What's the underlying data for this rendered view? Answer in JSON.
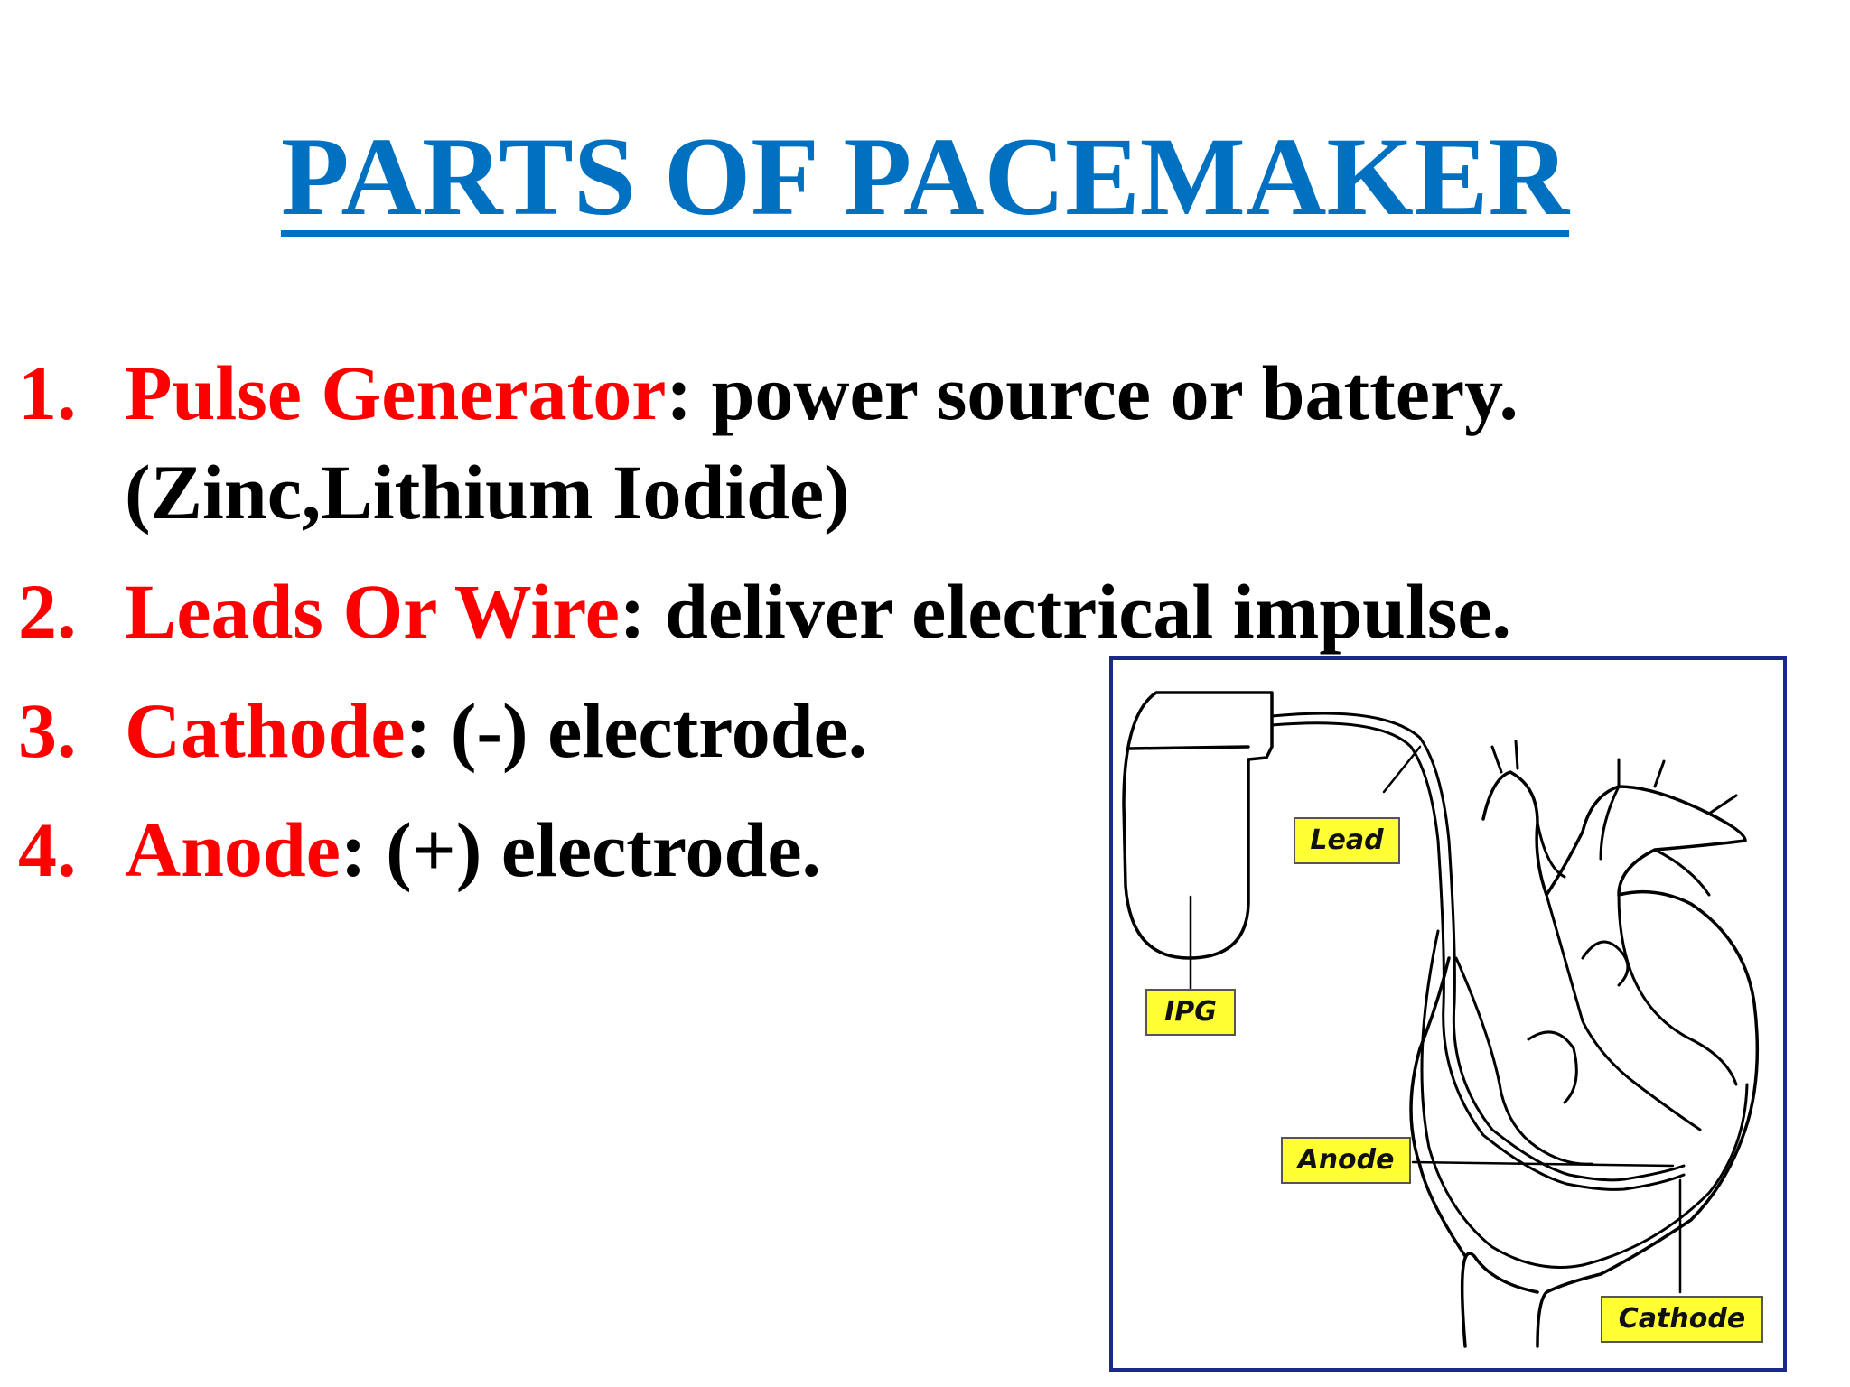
{
  "title": "PARTS OF PACEMAKER",
  "items": [
    {
      "number": "1.",
      "term": "Pulse Generator",
      "description": ": power source or battery.",
      "note": "(Zinc,Lithium Iodide)"
    },
    {
      "number": "2.",
      "term": "Leads Or Wire",
      "description": ": deliver electrical impulse."
    },
    {
      "number": "3.",
      "term": "Cathode",
      "description": ": (-) electrode."
    },
    {
      "number": "4.",
      "term": "Anode",
      "description": ": (+) electrode."
    }
  ],
  "diagram": {
    "labels": {
      "lead": "Lead",
      "ipg": "IPG",
      "anode": "Anode",
      "cathode": "Cathode"
    },
    "colors": {
      "label_bg": "#ffff33",
      "frame": "#1a2a8c",
      "title": "#0070c0",
      "term": "#ff0000"
    }
  }
}
